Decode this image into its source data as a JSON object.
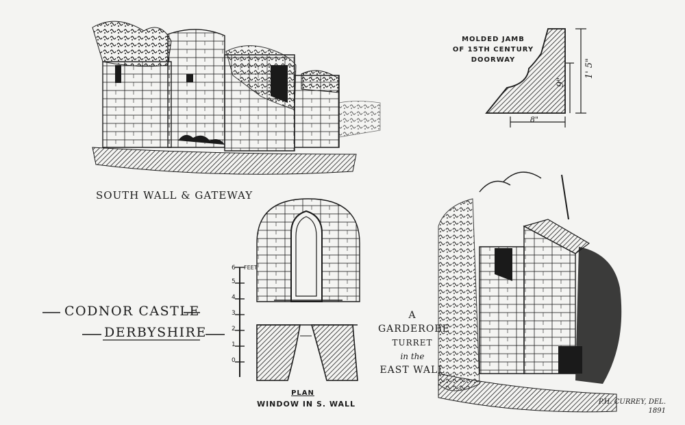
{
  "captions": {
    "south_wall": "SOUTH WALL & GATEWAY",
    "jamb_line1": "MOLDED JAMB",
    "jamb_line2": "OF 15TH CENTURY",
    "jamb_line3": "DOORWAY",
    "title_line1": "CODNOR CASTLE",
    "title_line2": "DERBYSHIRE",
    "plan": "PLAN",
    "window": "WINDOW IN S. WALL",
    "garderobe_1": "A GARDEROBE",
    "garderobe_2": "TURRET",
    "garderobe_3": "in the",
    "garderobe_4": "EAST WALL",
    "signature_1": "P.H. CURREY, DEL.",
    "signature_2": "1891"
  },
  "dimensions": {
    "width": "8\"",
    "height_inner": "9\"",
    "height_outer": "1' 5\""
  },
  "scale": {
    "unit": "FEET",
    "ticks": [
      "0",
      "1",
      "2",
      "3",
      "4",
      "5",
      "6"
    ]
  },
  "colors": {
    "ink": "#1a1a1a",
    "paper": "#f4f4f2"
  }
}
